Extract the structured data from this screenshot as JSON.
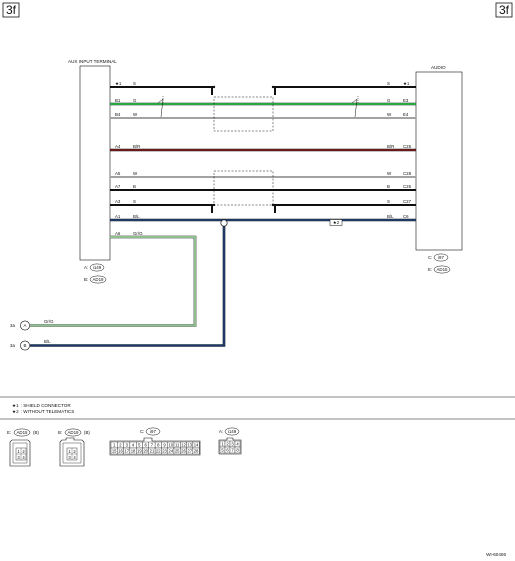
{
  "page": {
    "left_badge": "3f",
    "right_badge": "3f",
    "figure_id": "WI-60406"
  },
  "aux_terminal": {
    "title": "AUX INPUT TERMINAL",
    "conn_a": "A:",
    "conn_a_code": "i149",
    "conn_b": "B:",
    "conn_b_code": "AD19"
  },
  "audio": {
    "title": "AUDIO",
    "conn_c": "C:",
    "conn_c_code": "i97",
    "conn_e": "E:",
    "conn_e_code": "AD15"
  },
  "wires": [
    {
      "lpin": "★1",
      "lcode": "S",
      "rcode": "S",
      "rpin": "★1",
      "color": "#111111"
    },
    {
      "lpin": "B1",
      "lcode": "G",
      "rcode": "G",
      "rpin": "E3",
      "color": "#27a844"
    },
    {
      "lpin": "B4",
      "lcode": "W",
      "rcode": "W",
      "rpin": "E4",
      "color": "#bbbbbb"
    },
    {
      "lpin": "A4",
      "lcode": "B/R",
      "rcode": "B/R",
      "rpin": "C25",
      "color": "#6b1a1a"
    },
    {
      "lpin": "A5",
      "lcode": "W",
      "rcode": "W",
      "rpin": "C28",
      "color": "#bbbbbb"
    },
    {
      "lpin": "A7",
      "lcode": "B",
      "rcode": "B",
      "rpin": "C26",
      "color": "#111111"
    },
    {
      "lpin": "A3",
      "lcode": "S",
      "rcode": "S",
      "rpin": "C27",
      "color": "#111111"
    },
    {
      "lpin": "A1",
      "lcode": "B/L",
      "rcode": "B/L",
      "rpin": "C6",
      "color": "#1d3a66"
    },
    {
      "lpin": "A6",
      "lcode": "Gr/G",
      "color": "#8fbf8f"
    }
  ],
  "splice_marker": "★2",
  "off_page": [
    {
      "ref": "3a",
      "letter": "A",
      "code": "Gr/G"
    },
    {
      "ref": "3a",
      "letter": "B",
      "code": "B/L"
    }
  ],
  "notes": [
    {
      "mark": "★1",
      "text": ": SHIELD CONNECTOR"
    },
    {
      "mark": "★2",
      "text": ": WITHOUT TELEMATICS"
    }
  ],
  "connector_views": [
    {
      "prefix": "E:",
      "code": "AD15",
      "suffix": "(B)",
      "cells": [
        "1",
        "2",
        "3",
        "4"
      ]
    },
    {
      "prefix": "B:",
      "code": "AD19",
      "suffix": "(B)",
      "cells": [
        "1",
        "2",
        "3",
        "4"
      ]
    },
    {
      "prefix": "C:",
      "code": "i97",
      "row1": [
        "1",
        "2",
        "3",
        "4",
        "5",
        "6",
        "7",
        "8",
        "9",
        "10",
        "11",
        "12",
        "13",
        "14"
      ],
      "row2": [
        "15",
        "16",
        "17",
        "18",
        "19",
        "20",
        "21",
        "22",
        "23",
        "24",
        "25",
        "26",
        "27",
        "28"
      ]
    },
    {
      "prefix": "A:",
      "code": "i149",
      "row1": [
        "1",
        "2",
        "3",
        "4"
      ],
      "row2": [
        "5",
        "6",
        "7",
        "8"
      ]
    }
  ]
}
